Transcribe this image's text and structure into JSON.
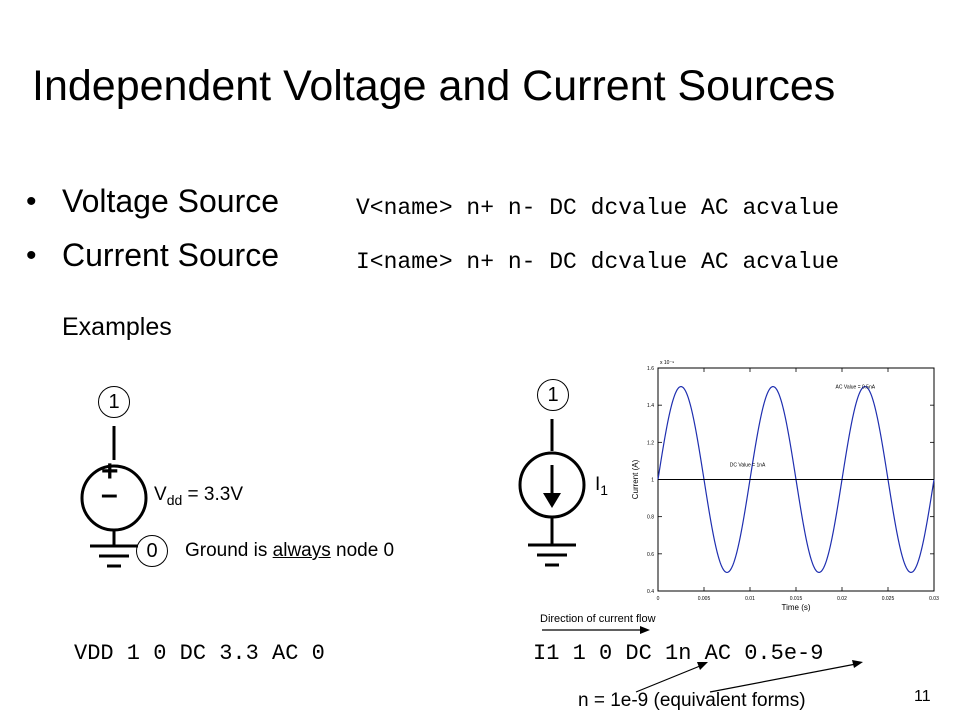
{
  "slide": {
    "title": "Independent Voltage and Current Sources",
    "bullets": [
      {
        "label": "Voltage Source",
        "code": "V<name> n+ n- DC dcvalue AC acvalue"
      },
      {
        "label": "Current Source",
        "code": "I<name> n+ n- DC dcvalue AC acvalue"
      }
    ],
    "examples_heading": "Examples",
    "page_number": "11"
  },
  "voltage_example": {
    "node_top": "1",
    "node_bottom": "0",
    "plus_sign": "+",
    "minus_sign": "–",
    "vdd_prefix": "V",
    "vdd_sub": "dd",
    "vdd_value": " = 3.3V",
    "ground_note_pre": "Ground is ",
    "ground_note_emph": "always",
    "ground_note_post": " node 0",
    "netlist": "VDD 1 0 DC 3.3 AC 0"
  },
  "current_example": {
    "node_top": "1",
    "source_label": "I",
    "source_sub": "1",
    "direction_note": "Direction of current flow",
    "netlist": "I1 1 0 DC 1n AC 0.5e-9",
    "equivalent_note": "n = 1e-9 (equivalent forms)"
  },
  "chart_data": {
    "type": "line",
    "xlabel": "Time (s)",
    "ylabel": "Current (A)",
    "y_multiplier": "x 10⁻⁹",
    "xlim": [
      0,
      0.03
    ],
    "ylim": [
      0.4,
      1.6
    ],
    "x_ticks": [
      "0",
      "0.005",
      "0.01",
      "0.015",
      "0.02",
      "0.025",
      "0.03"
    ],
    "y_ticks": [
      "0.4",
      "0.6",
      "0.8",
      "1",
      "1.2",
      "1.4",
      "1.6"
    ],
    "series": [
      {
        "kind": "sine",
        "offset": 1.0,
        "amplitude": 0.5,
        "frequency_hz": 100,
        "color": "#1f2fb0"
      },
      {
        "kind": "constant",
        "value": 1.0,
        "color": "#000000"
      }
    ],
    "annotations": [
      {
        "text": "AC Value = 0.5nA",
        "x": 0.0193,
        "y": 1.49
      },
      {
        "text": "DC Value = 1nA",
        "x": 0.0078,
        "y": 1.07
      }
    ]
  }
}
